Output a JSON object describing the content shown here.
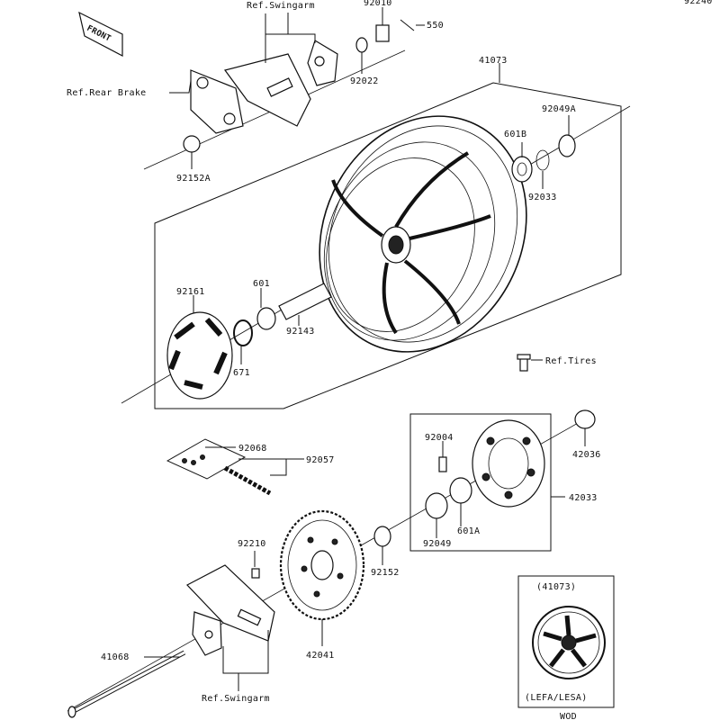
{
  "diagram": {
    "top_right_fragment": "92240",
    "front_badge": "FRONT",
    "inset": {
      "part_ref": "(41073)",
      "variant": "(LEFA/LESA)",
      "bottom_fragment": "WOD"
    },
    "labels": {
      "ref_swingarm_top": "Ref.Swingarm",
      "p92010": "92010",
      "p550": "550",
      "p92022": "92022",
      "ref_rear_brake": "Ref.Rear Brake",
      "p41073": "41073",
      "p92049A": "92049A",
      "p601B": "601B",
      "p92033": "92033",
      "p92152A": "92152A",
      "p92161": "92161",
      "p601": "601",
      "p92143": "92143",
      "p671": "671",
      "ref_tires": "Ref.Tires",
      "p92004": "92004",
      "p42036": "42036",
      "p92068": "92068",
      "p92057": "92057",
      "p42033": "42033",
      "p601A": "601A",
      "p92049": "92049",
      "p92210": "92210",
      "p92152": "92152",
      "p41068": "41068",
      "p42041": "42041",
      "ref_swingarm_bottom": "Ref.Swingarm"
    }
  }
}
